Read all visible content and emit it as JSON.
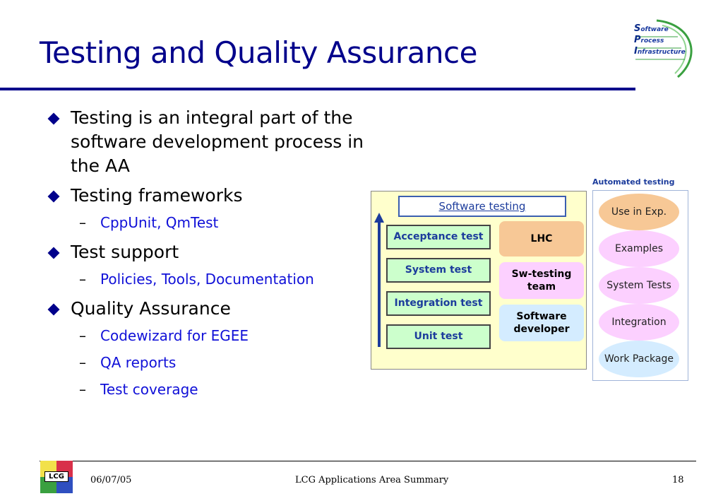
{
  "slide": {
    "title": "Testing and Quality Assurance",
    "logo_spi": {
      "lines": [
        [
          "S",
          "oftware"
        ],
        [
          "P",
          "rocess"
        ],
        [
          "I",
          "nfrastructure"
        ]
      ]
    },
    "bullets": [
      {
        "text": "Testing is an integral part of the software development process in the AA",
        "subs": []
      },
      {
        "text": "Testing frameworks",
        "subs": [
          "CppUnit, QmTest"
        ]
      },
      {
        "text": "Test support",
        "subs": [
          "Policies, Tools, Documentation"
        ]
      },
      {
        "text": "Quality Assurance",
        "subs": [
          "Codewizard for EGEE",
          "QA reports",
          "Test coverage"
        ]
      }
    ],
    "diagram": {
      "title": "Software testing",
      "levels": [
        "Acceptance test",
        "System test",
        "Integration test",
        "Unit test"
      ],
      "roles": [
        "LHC",
        "Sw-testing team",
        "Software developer"
      ],
      "colors": {
        "level": "#ccffcc",
        "lhc": "#f7c896",
        "team": "#fcd0ff",
        "dev": "#d4ecff",
        "background": "#ffffcc"
      }
    },
    "side_diagram": {
      "title": "Automated testing",
      "items": [
        "Use in Exp.",
        "Examples",
        "System Tests",
        "Integration",
        "Work Package"
      ],
      "colors": [
        "#f7c896",
        "#fcd0ff",
        "#fcd0ff",
        "#fcd0ff",
        "#d4ecff"
      ]
    },
    "footer": {
      "date": "06/07/05",
      "center": "LCG Applications Area Summary",
      "page": "18",
      "logo_text": "LCG"
    }
  }
}
